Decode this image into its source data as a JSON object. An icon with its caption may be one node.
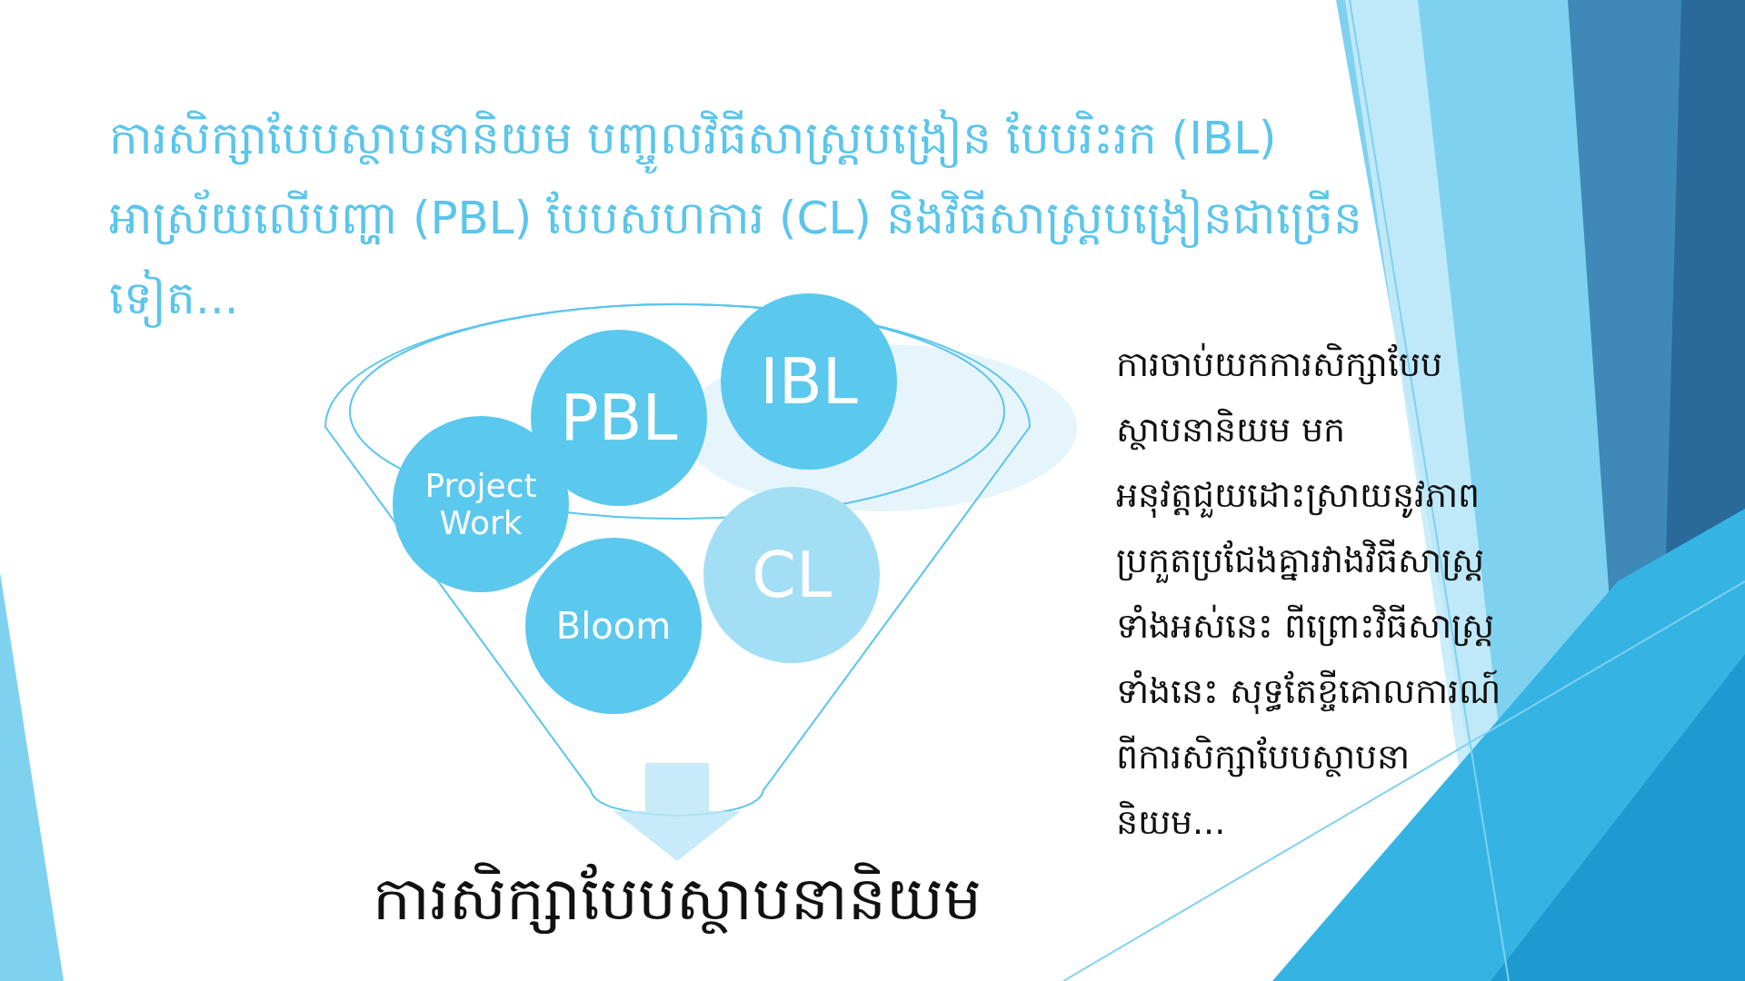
{
  "diagram": {
    "title": "ការសិក្សាបែបស្ថាបនានិយម បញ្ចូលវិធីសាស្ត្របង្រៀន បែបរិះរក (IBL) អាស្រ័យលើបញ្ហា (PBL) បែបសហការ (CL) និងវិធីសាស្ត្របង្រៀនជាច្រើនទៀត...",
    "nodes": [
      {
        "text": [],
        "shape": "funnel"
      },
      {
        "text": [
          "PBL"
        ],
        "in": 0
      },
      {
        "text": [
          "IBL"
        ],
        "in": 0
      },
      {
        "text": [
          "Project Work"
        ],
        "in": 0
      },
      {
        "text": [
          "CL"
        ],
        "in": 0
      },
      {
        "text": [
          "Bloom"
        ],
        "in": 0
      },
      {
        "text": [
          "ការសិក្សាបែបស្ថាបនានិយម"
        ]
      }
    ],
    "edges": [
      {
        "from": 0,
        "to": 6,
        "arrow": "to",
        "style": "thick",
        "color": "#bfe6f7"
      }
    ],
    "labels": [
      "ការចាប់យកការសិក្សាបែបស្ថាបនានិយម មកអនុវត្តជួយដោះស្រាយនូវភាពប្រកួតប្រជែងគ្នារវាងវិធីសាស្ត្រទាំងអស់នេះ ពីព្រោះវិធីសាស្ត្រទាំងនេះ សុទ្ធតែខ្ចីគោលការណ៍ ពីការសិក្សាបែបស្ថាបនានិយម..."
    ]
  }
}
